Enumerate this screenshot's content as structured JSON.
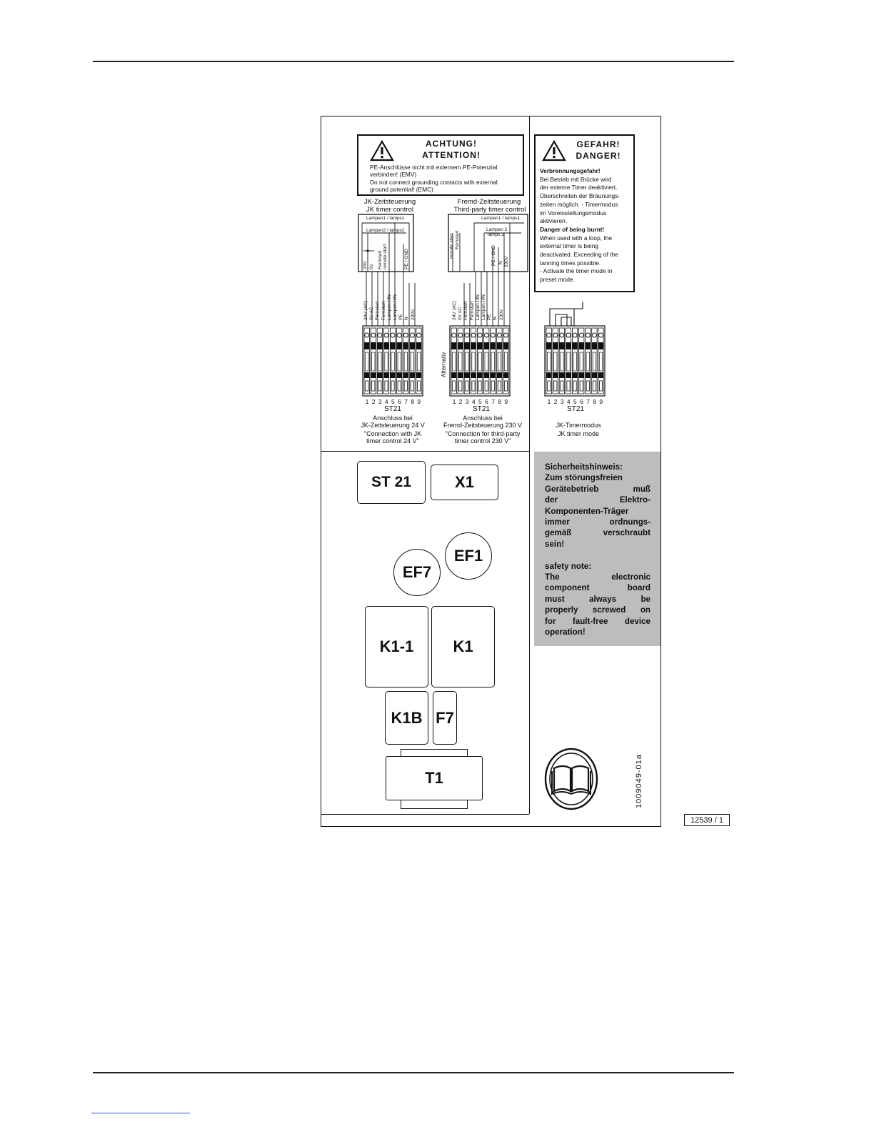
{
  "warning_left": {
    "title1": "ACHTUNG!",
    "title2": "ATTENTION!",
    "lines": [
      "PE-Anschlüsse nicht mit externem PE-Potenzial",
      "verbinden! (EMV)",
      "Do not connect grounding contacts with external",
      "ground potential! (EMC)"
    ]
  },
  "warning_right": {
    "title1": "GEFAHR!",
    "title2": "DANGER!",
    "lines": [
      {
        "t": "Verbrennungsgefahr!",
        "b": true
      },
      {
        "t": "Bei Betrieb mit Brücke wird",
        "b": false
      },
      {
        "t": "der externe Timer deaktiviert.",
        "b": false
      },
      {
        "t": "Überschreiten der Bräunungs-",
        "b": false
      },
      {
        "t": "zeiten möglich. - Timermodus",
        "b": false
      },
      {
        "t": "im Voreinstellungsmodus",
        "b": false
      },
      {
        "t": "aktivieren.",
        "b": false
      },
      {
        "t": "Danger of being burnt!",
        "b": true
      },
      {
        "t": "When used with a loop, the",
        "b": false
      },
      {
        "t": "external timer is being",
        "b": false
      },
      {
        "t": "deactivated. Exceeding of the",
        "b": false
      },
      {
        "t": "tanning times possible.",
        "b": false
      },
      {
        "t": "- Activate the timer mode in",
        "b": false
      },
      {
        "t": "preset mode.",
        "b": false
      }
    ]
  },
  "jk_section": {
    "heading1": "JK-Zeitsteuerung",
    "heading2": "JK timer control",
    "lamps1": "Lampen1 / lamps1",
    "lamps2": "Lampen2 / lamps2",
    "box_pins": [
      "24V",
      "0V",
      "Fernstart remote start",
      "",
      "",
      "",
      "PE / GND"
    ],
    "wire_labels": [
      "24V (AC)",
      "0V AC",
      "Fernstart",
      "Fernstart",
      "Lampen I/IN",
      "Lampen II/N",
      "PE",
      "N",
      "230V"
    ],
    "terminal_numbers": [
      "1",
      "2",
      "3",
      "4",
      "5",
      "6",
      "7",
      "8",
      "9"
    ],
    "terminal_name": "ST21",
    "caption": [
      "Anschluss bei",
      "JK-Zeitsteuerung 24 V",
      "\"Connection with JK",
      "timer control 24 V\""
    ]
  },
  "third_party_section": {
    "heading1": "Fremd-Zeitsteuerung",
    "heading2": "Third-party timer control",
    "lamps1": "Lampen1 / lamps1",
    "lamps2a": "Lampen 2",
    "lamps2b": "lamps 2",
    "box_pins": [
      "remote start",
      "Fernstart",
      "",
      "",
      "PE / GND",
      "N",
      "230V"
    ],
    "wire_labels": [
      "24V (AC)",
      "0V AC",
      "Fernstart",
      "Fernstart",
      "Lampen I/IN",
      "Lampen II/N",
      "PE",
      "N",
      "230V"
    ],
    "terminal_numbers": [
      "1",
      "2",
      "3",
      "4",
      "5",
      "6",
      "7",
      "8",
      "9"
    ],
    "terminal_name": "ST21",
    "caption": [
      "Anschluss bei",
      "Fremd-Zeitsteuerung 230 V",
      "\"Connection for third-party",
      "timer control 230 V\""
    ]
  },
  "alternative_label": "Alternativ",
  "timer_mode_section": {
    "terminal_numbers": [
      "1",
      "2",
      "3",
      "4",
      "5",
      "6",
      "7",
      "8",
      "9"
    ],
    "terminal_name": "ST21",
    "caption": [
      "JK-Timermodus",
      "JK timer mode"
    ]
  },
  "components": {
    "st21": "ST 21",
    "x1": "X1",
    "ef1": "EF1",
    "ef7": "EF7",
    "k1_1": "K1-1",
    "k1": "K1",
    "k1b": "K1B",
    "f7": "F7",
    "t1": "T1"
  },
  "safety_note": {
    "lines": [
      "Sicherheitshinweis:",
      "Zum störungsfreien",
      "Gerätebetrieb muß",
      "der Elektro-",
      "Komponenten-Träger",
      "immer ordnungs-",
      "gemäß verschraubt",
      "sein!",
      "",
      "safety note:",
      "The electronic",
      "component board",
      "must always be",
      "properly screwed on",
      "for fault-free device",
      "operation!"
    ],
    "background": "#bdbdbd"
  },
  "document_id": "1009049-01a",
  "reference": "12539 / 1",
  "manual_icon": "book-manual-icon"
}
